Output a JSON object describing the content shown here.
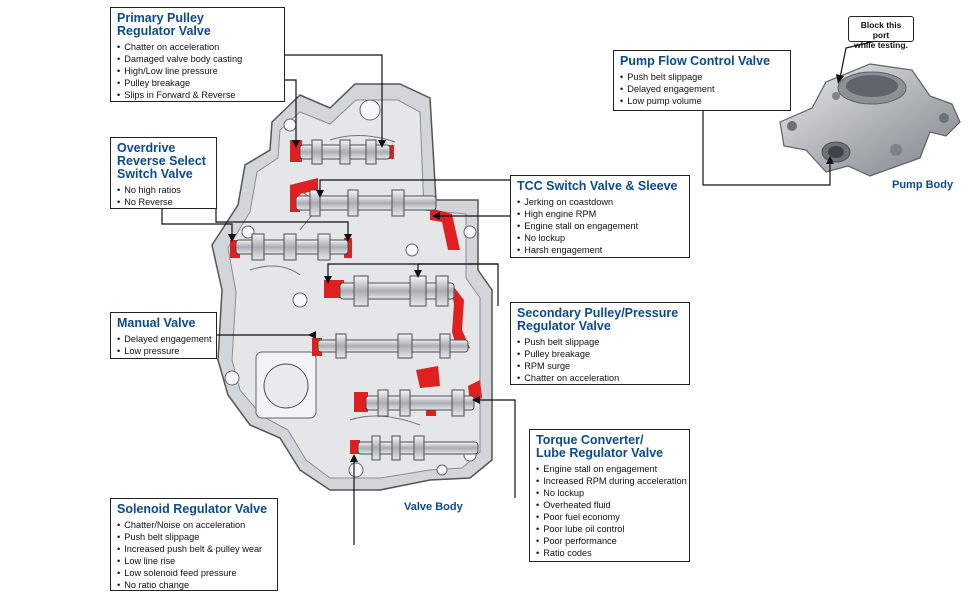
{
  "boxes": {
    "primary": {
      "title": "Primary Pulley\nRegulator Valve",
      "items": [
        "Chatter on acceleration",
        "Damaged valve body casting",
        "High/Low line pressure",
        "Pulley breakage",
        "Slips in Forward & Reverse"
      ]
    },
    "overdrive": {
      "title": "Overdrive\nReverse Select\nSwitch Valve",
      "items": [
        "No high ratios",
        "No Reverse"
      ]
    },
    "manual": {
      "title": "Manual Valve",
      "items": [
        "Delayed engagement",
        "Low pressure"
      ]
    },
    "solenoid": {
      "title": "Solenoid Regulator Valve",
      "items": [
        "Chatter/Noise on acceleration",
        "Push belt slippage",
        "Increased push belt & pulley wear",
        "Low line rise",
        "Low solenoid feed pressure",
        "No ratio change"
      ]
    },
    "pump": {
      "title": "Pump Flow Control Valve",
      "items": [
        "Push belt slippage",
        "Delayed engagement",
        "Low pump volume"
      ]
    },
    "tcc": {
      "title": "TCC Switch Valve & Sleeve",
      "items": [
        "Jerking on coastdown",
        "High engine RPM",
        "Engine stall on engagement",
        "No lockup",
        "Harsh engagement"
      ]
    },
    "secondary": {
      "title": "Secondary Pulley/Pressure\nRegulator Valve",
      "items": [
        "Push belt slippage",
        "Pulley breakage",
        "RPM surge",
        "Chatter on acceleration"
      ]
    },
    "torque": {
      "title": "Torque Converter/\nLube Regulator Valve",
      "items": [
        "Engine stall on engagement",
        "Increased RPM during acceleration",
        "No lockup",
        "Overheated fluid",
        "Poor fuel economy",
        "Poor lube oil control",
        "Poor performance",
        "Ratio codes"
      ]
    }
  },
  "captions": {
    "valve_body": "Valve Body",
    "pump_body": "Pump Body",
    "callout": "Block this port\nwhile testing."
  },
  "colors": {
    "title_blue": "#0b4a8c",
    "highlight_red": "#e02020",
    "casting_gray": "#cfd2d6"
  }
}
